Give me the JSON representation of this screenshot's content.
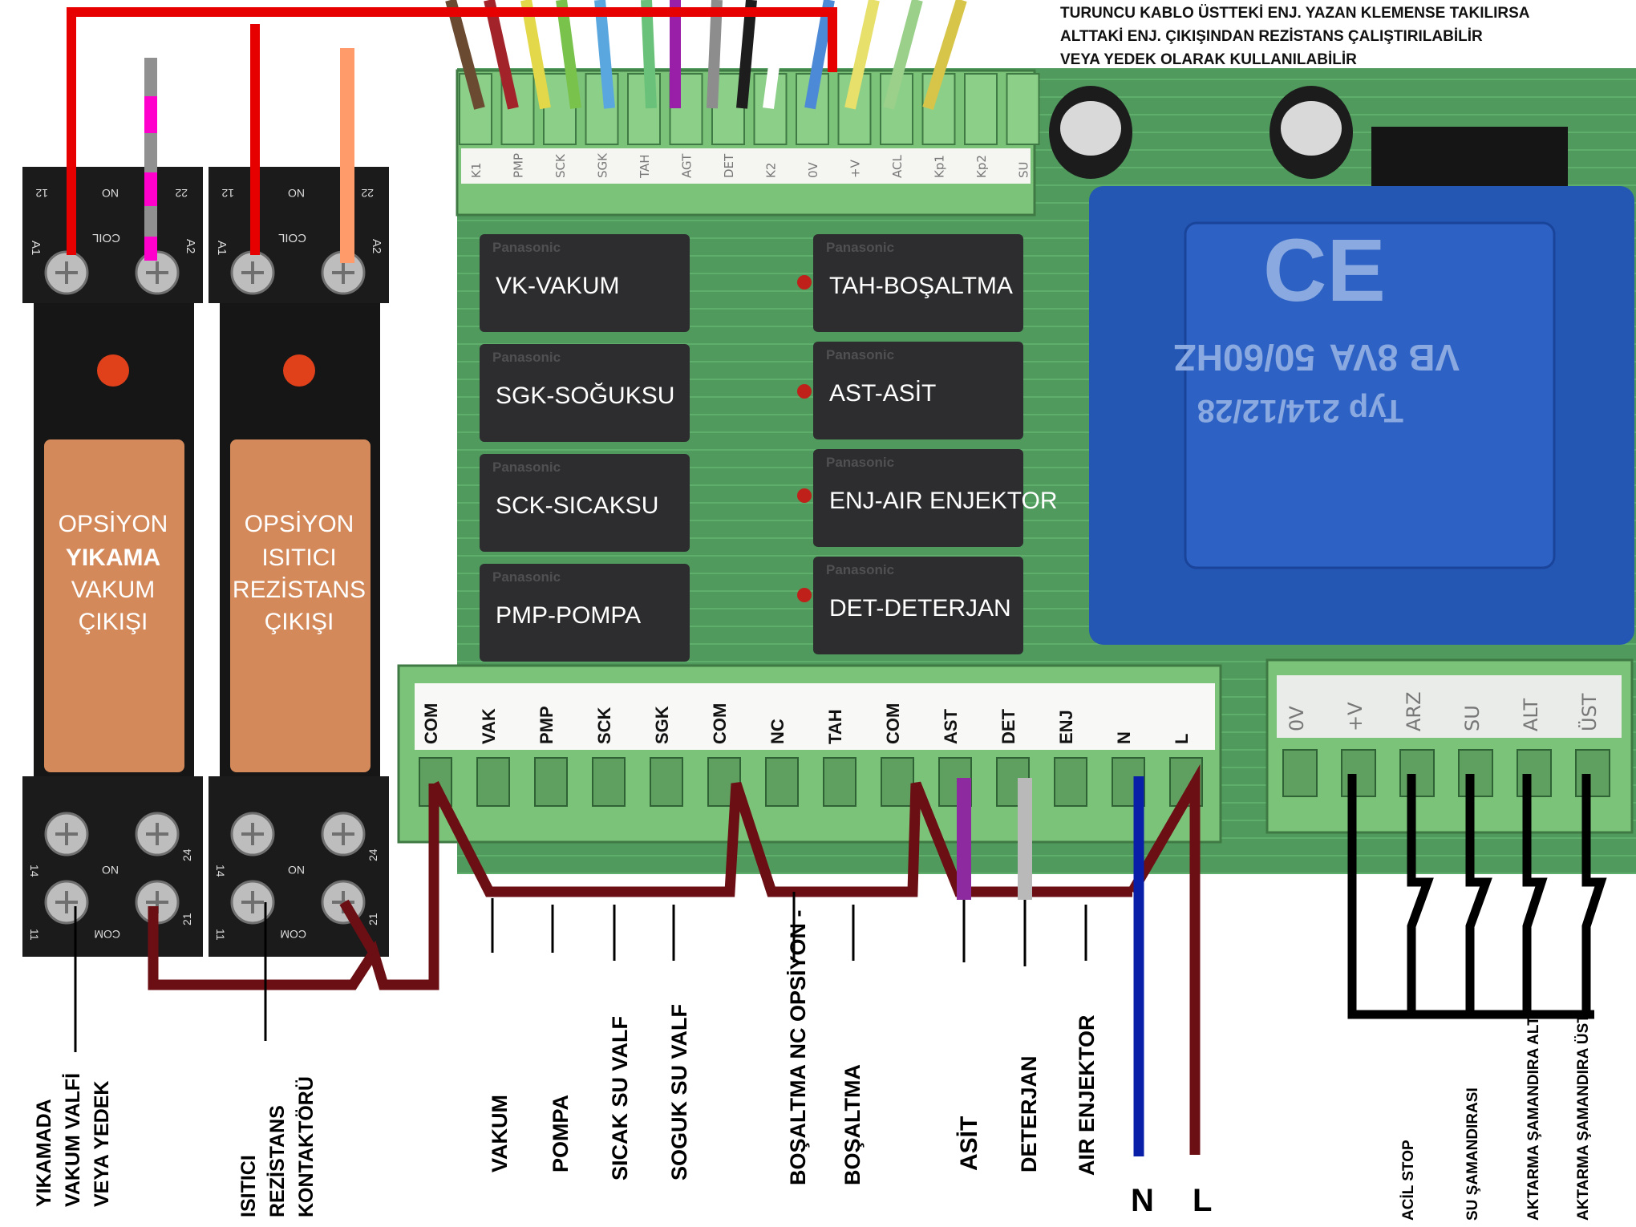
{
  "note": {
    "line1": "TURUNCU KABLO ÜSTTEKİ ENJ. YAZAN KLEMENSE TAKILIRSA",
    "line2": "ALTTAKİ ENJ. ÇIKIŞINDAN REZİSTANS ÇALIŞTIRILABİLİR",
    "line3": "VEYA YEDEK OLARAK KULLANILABİLİR"
  },
  "top_terminals": [
    "K1",
    "PMP",
    "SCK",
    "SGK",
    "TAH",
    "AGT",
    "DET",
    "K2",
    "0V",
    "+V",
    "ACL",
    "Kp1",
    "Kp2",
    "SU"
  ],
  "relays": {
    "brand": "Panasonic",
    "left": [
      "VK-VAKUM",
      "SGK-SOĞUKSU",
      "SCK-SICAKSU",
      "PMP-POMPA"
    ],
    "right": [
      "TAH-BOŞALTMA",
      "AST-ASİT",
      "ENJ-AIR ENJEKTOR",
      "DET-DETERJAN"
    ]
  },
  "option_relays": {
    "r1": {
      "l1": "OPSİYON",
      "l2": "YIKAMA",
      "l3": "VAKUM",
      "l4": "ÇIKIŞI"
    },
    "r2": {
      "l1": "OPSİYON",
      "l2": "ISITICI",
      "l3": "REZİSTANS",
      "l4": "ÇIKIŞI"
    },
    "terminals": {
      "a1": "A1",
      "a2": "A2",
      "coil": "COIL",
      "no": "NO",
      "com": "COM",
      "t11": "11",
      "t12": "12",
      "t14": "14",
      "t21": "21",
      "t22": "22",
      "t24": "24"
    }
  },
  "bottom_terminals": [
    "COM",
    "VAK",
    "PMP",
    "SCK",
    "SGK",
    "COM",
    "NC",
    "TAH",
    "COM",
    "AST",
    "DET",
    "ENJ",
    "N",
    "L"
  ],
  "right_terminals": [
    "0V",
    "+V",
    "ARZ",
    "SU",
    "ALT",
    "ÜST"
  ],
  "wire_labels": {
    "vac_valve": [
      "YIKAMADA",
      "VAKUM VALFİ",
      "VEYA YEDEK"
    ],
    "heater": [
      "ISITICI",
      "REZİSTANS",
      "KONTAKTÖRÜ"
    ],
    "vakum": "VAKUM",
    "pompa": "POMPA",
    "sicak": "SICAK SU VALF",
    "soguk": "SOGUK SU VALF",
    "bosaltma_nc": "BOŞALTMA NC OPSİYON -",
    "bosaltma": "BOŞALTMA",
    "asit": "ASİT",
    "deterjan": "DETERJAN",
    "air": "AIR ENJEKTOR",
    "n": "N",
    "l": "L",
    "acil": "ACİL STOP",
    "su_sam": "SU ŞAMANDIRASI",
    "akt_alt": "AKTARMA ŞAMANDIRA ALT",
    "akt_ust": "AKTARMA ŞAMANDIRA ÜST"
  },
  "transformer": {
    "ce": "CE",
    "rating": "VB 8VA",
    "freq": "50/60HZ",
    "typ": "Typ 214/12/28"
  },
  "colors": {
    "board": "#5aa466",
    "relay": "#2d2d2f",
    "transformer": "#2456b4",
    "live": "#e60000",
    "common": "#6b0f14",
    "neutral": "#0a1fa8",
    "float": "#000000"
  }
}
